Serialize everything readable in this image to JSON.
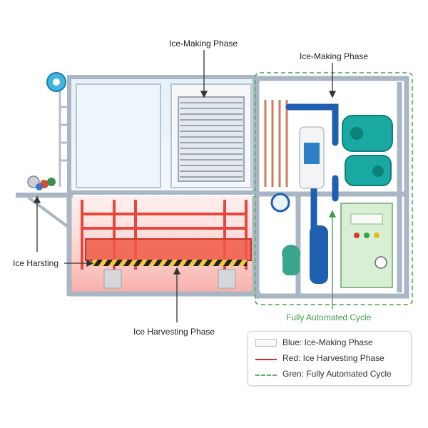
{
  "labels": {
    "ice_making_left": "Ice-Making Phase",
    "ice_making_right": "Ice-Making Phase",
    "ice_harsting": "Ice Harsting",
    "ice_harvesting_phase": "Ice Harvesting Phase",
    "fully_automated_cycle": "Fully Automated Cycle"
  },
  "legend": {
    "items": [
      {
        "swatch": "blue",
        "label": "Blue: Ice-Making Phase"
      },
      {
        "swatch": "red",
        "label": "Red: Ice Harvesting Phase"
      },
      {
        "swatch": "green",
        "label": "Gren: Fully Automated Cycle"
      }
    ]
  },
  "colors": {
    "frame": "#a9b6c3",
    "ice_blue": "#e8f2fa",
    "harvest_red": "#e8453c",
    "cycle_green": "#5bb466",
    "compressor_teal": "#1aa9a2",
    "pipe_blue": "#1f5fb0",
    "panel_green": "#d7efd3"
  }
}
